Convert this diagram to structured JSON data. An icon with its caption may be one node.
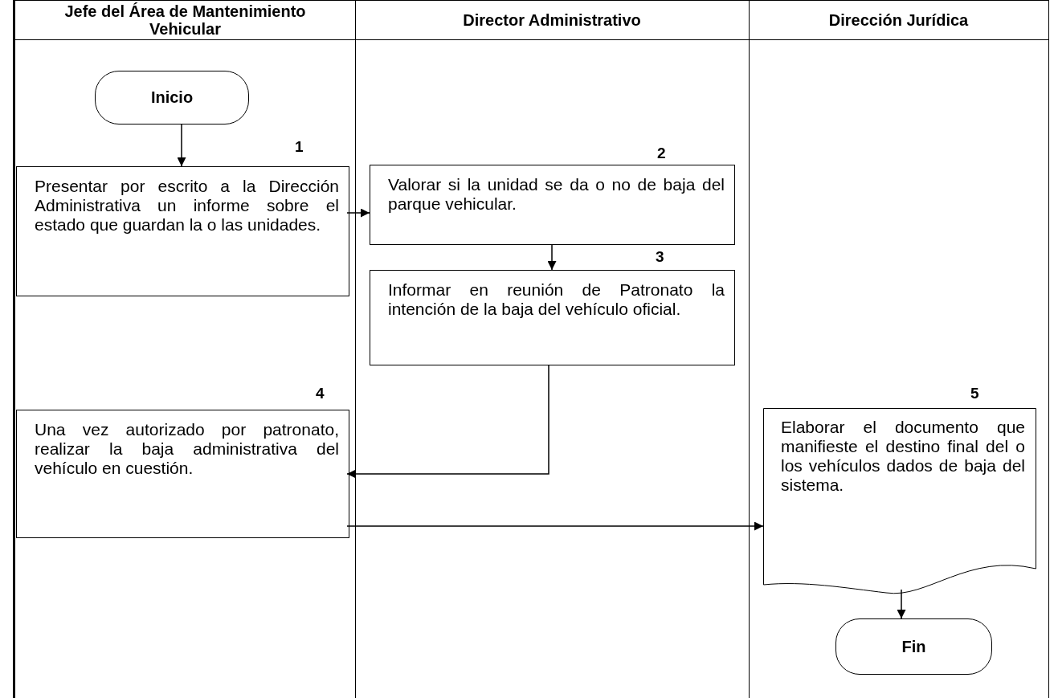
{
  "diagram": {
    "nodes": [
      {
        "text": [
          "Jefe del Área de Mantenimiento Vehicular"
        ]
      },
      {
        "text": [
          "Director Administrativo"
        ]
      },
      {
        "text": [
          "Dirección Jurídica"
        ]
      },
      {
        "text": [
          "Inicio"
        ],
        "in": 0
      },
      {
        "text": [
          "Presentar por escrito a la Dirección Administrativa un informe sobre el estado que guardan la o las unidades."
        ],
        "in": 0,
        "beside": [
          "1"
        ]
      },
      {
        "text": [
          "Valorar si la unidad se da o no de baja del parque vehicular."
        ],
        "in": 1,
        "beside": [
          "2"
        ]
      },
      {
        "text": [
          "Informar en reunión de Patronato la intención de la baja del vehículo oficial."
        ],
        "in": 1,
        "beside": [
          "3"
        ]
      },
      {
        "text": [
          "Una vez autorizado por patronato, realizar la baja administrativa del vehículo en cuestión."
        ],
        "in": 0,
        "beside": [
          "4"
        ]
      },
      {
        "text": [
          "Elaborar el documento que manifieste el destino final del o los vehículos dados de baja del sistema."
        ],
        "in": 2,
        "beside": [
          "5"
        ]
      },
      {
        "text": [
          "Fin"
        ],
        "in": 2
      }
    ],
    "edges": [
      {
        "from": 3,
        "to": 4,
        "arrow": "to"
      },
      {
        "from": 4,
        "to": 5,
        "arrow": "to"
      },
      {
        "from": 5,
        "to": 6,
        "arrow": "to"
      },
      {
        "from": 6,
        "to": 7,
        "arrow": "to"
      },
      {
        "from": 7,
        "to": 8,
        "arrow": "to"
      },
      {
        "from": 8,
        "to": 9,
        "arrow": "to"
      }
    ]
  }
}
